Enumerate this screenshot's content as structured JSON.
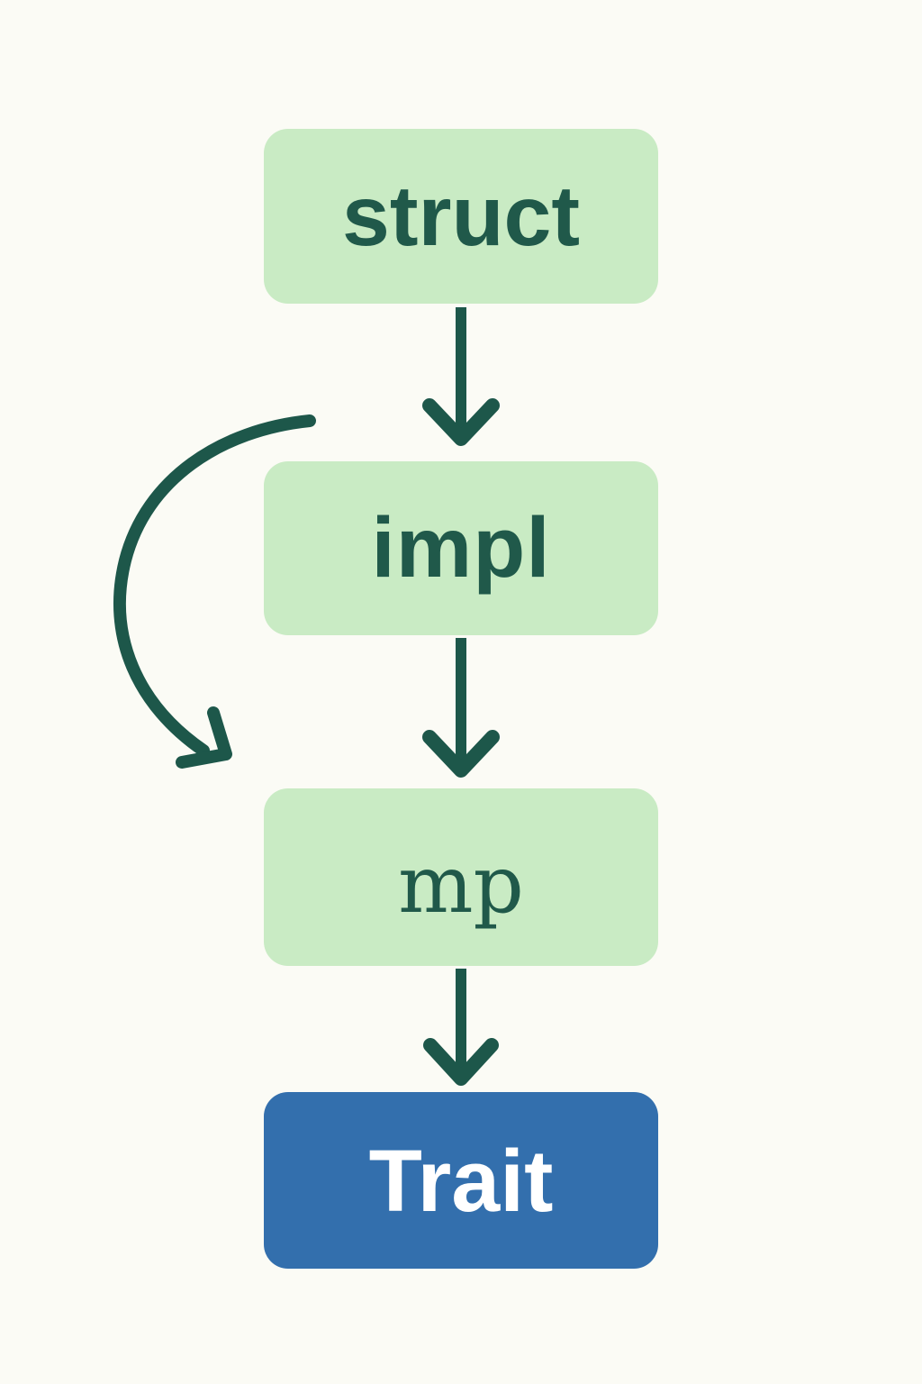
{
  "diagram": {
    "type": "flowchart",
    "nodes": [
      {
        "id": "struct",
        "label": "struct",
        "shape": "rounded-rect",
        "color_role": "green"
      },
      {
        "id": "impl",
        "label": "impl",
        "shape": "rounded-rect",
        "color_role": "green"
      },
      {
        "id": "mp",
        "label": "mp",
        "shape": "rounded-rect",
        "color_role": "green"
      },
      {
        "id": "trait",
        "label": "Trait",
        "shape": "rounded-rect",
        "color_role": "blue"
      }
    ],
    "edges": [
      {
        "from": "struct",
        "to": "impl",
        "style": "straight-down-arrow"
      },
      {
        "from": "impl",
        "to": "mp",
        "style": "straight-down-arrow"
      },
      {
        "from": "impl",
        "to": "mp",
        "style": "curved-left-bypass-arrow"
      },
      {
        "from": "mp",
        "to": "trait",
        "style": "straight-down-arrow"
      }
    ]
  },
  "colors": {
    "background": "#fbfbf5",
    "node_green_bg": "#c9ebc4",
    "node_green_text": "#20594a",
    "node_blue_bg": "#336fad",
    "node_blue_text": "#ffffff",
    "arrow": "#1d574a"
  }
}
